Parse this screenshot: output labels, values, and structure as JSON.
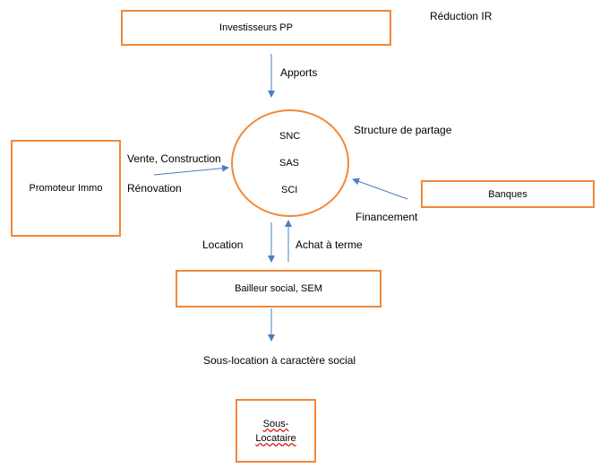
{
  "nodes": {
    "investisseurs": "Investisseurs PP",
    "promoteur": "Promoteur Immo",
    "banques": "Banques",
    "bailleur": "Bailleur social, SEM",
    "sous_locataire_line1": "Sous-",
    "sous_locataire_line2": "Locataire"
  },
  "circle": {
    "items": [
      "SNC",
      "SAS",
      "SCI"
    ]
  },
  "labels": {
    "reduction_ir": "Réduction IR",
    "apports": "Apports",
    "structure_partage": "Structure de partage",
    "vente_construction": "Vente, Construction",
    "renovation": "Rénovation",
    "financement": "Financement",
    "location": "Location",
    "achat_terme": "Achat à terme",
    "sous_location": "Sous-location  à caractère social"
  },
  "colors": {
    "box_border": "#f0883a",
    "arrow": "#4a7fc1"
  }
}
